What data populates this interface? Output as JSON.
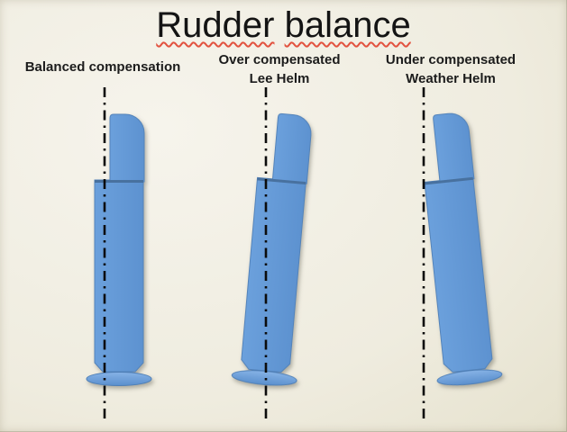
{
  "slide": {
    "title_word1": "Rudder",
    "title_word2": "balance",
    "title_full": "Rudder balance"
  },
  "diagrams": [
    {
      "name": "balanced",
      "label_line1": "Balanced compensation",
      "label_line2": "",
      "rotation_deg": 0,
      "tilt_style": "transform: rotate(0deg)"
    },
    {
      "name": "over-compensated",
      "label_line1": "Over compensated",
      "label_line2": "Lee Helm",
      "rotation_deg": 5,
      "tilt_style": "transform: rotate(5deg)"
    },
    {
      "name": "under-compensated",
      "label_line1": "Under compensated",
      "label_line2": "Weather Helm",
      "rotation_deg": -6,
      "tilt_style": "transform: rotate(-6deg)"
    }
  ],
  "colors": {
    "rudder_fill_light": "#6ba0dc",
    "rudder_fill_dark": "#5d92d0",
    "rudder_stroke": "#5383ba",
    "divider_line": "#48719f",
    "disc_top": "#87b3e6",
    "disc_bottom": "#5a8fcd",
    "centerline": "#0c0c0c",
    "title_squiggle": "#e2523f",
    "background_tan": "#d7d0ae"
  }
}
